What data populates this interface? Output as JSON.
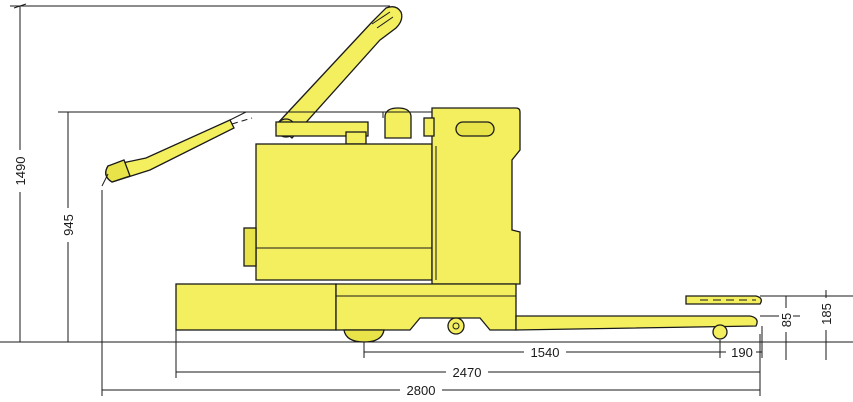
{
  "diagram": {
    "subject": "Electric pallet truck side elevation",
    "colors": {
      "body_fill": "#f3ef5e",
      "body_shade": "#e9e34a",
      "outline": "#1a1a1a",
      "background": "#ffffff"
    },
    "dimensions": {
      "overall_height": "1490",
      "tiller_height": "945",
      "wheelbase": "1540",
      "fork_tip": "190",
      "fork_height_lowered": "85",
      "fork_height_raised": "185",
      "length_to_forks": "2470",
      "overall_length": "2800"
    }
  }
}
